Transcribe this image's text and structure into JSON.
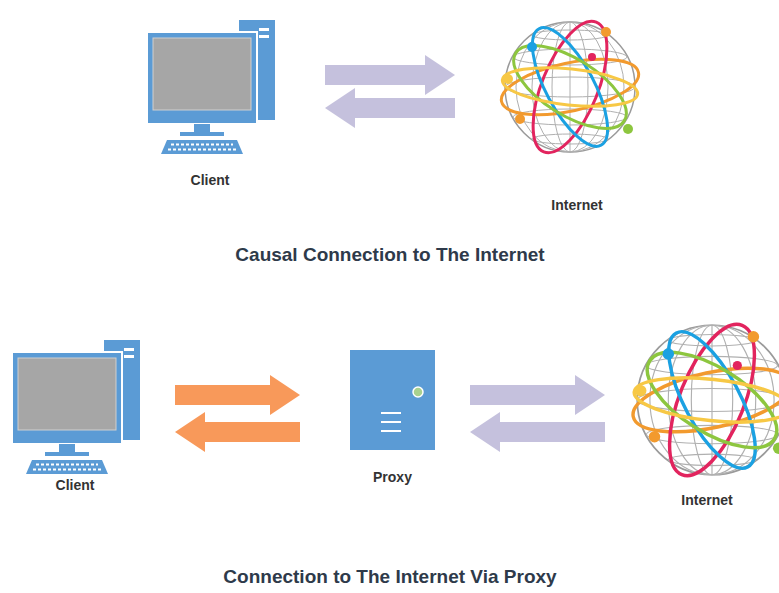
{
  "diagram": {
    "nodes": [
      {
        "text": [
          "Client"
        ]
      },
      {
        "text": [
          "Internet"
        ]
      },
      {
        "text": [
          "Client"
        ]
      },
      {
        "text": [
          "Proxy"
        ]
      },
      {
        "text": [
          "Internet"
        ]
      }
    ],
    "edges": [
      {
        "from": 0,
        "to": 1,
        "arrow": "to"
      },
      {
        "from": 1,
        "to": 0,
        "arrow": "to"
      },
      {
        "from": 2,
        "to": 3,
        "arrow": "to"
      },
      {
        "from": 3,
        "to": 2,
        "arrow": "to"
      },
      {
        "from": 3,
        "to": 4,
        "arrow": "to"
      },
      {
        "from": 4,
        "to": 3,
        "arrow": "to"
      }
    ],
    "labels": [
      "Causal Connection to The Internet",
      "Connection to The Internet Via Proxy"
    ]
  }
}
